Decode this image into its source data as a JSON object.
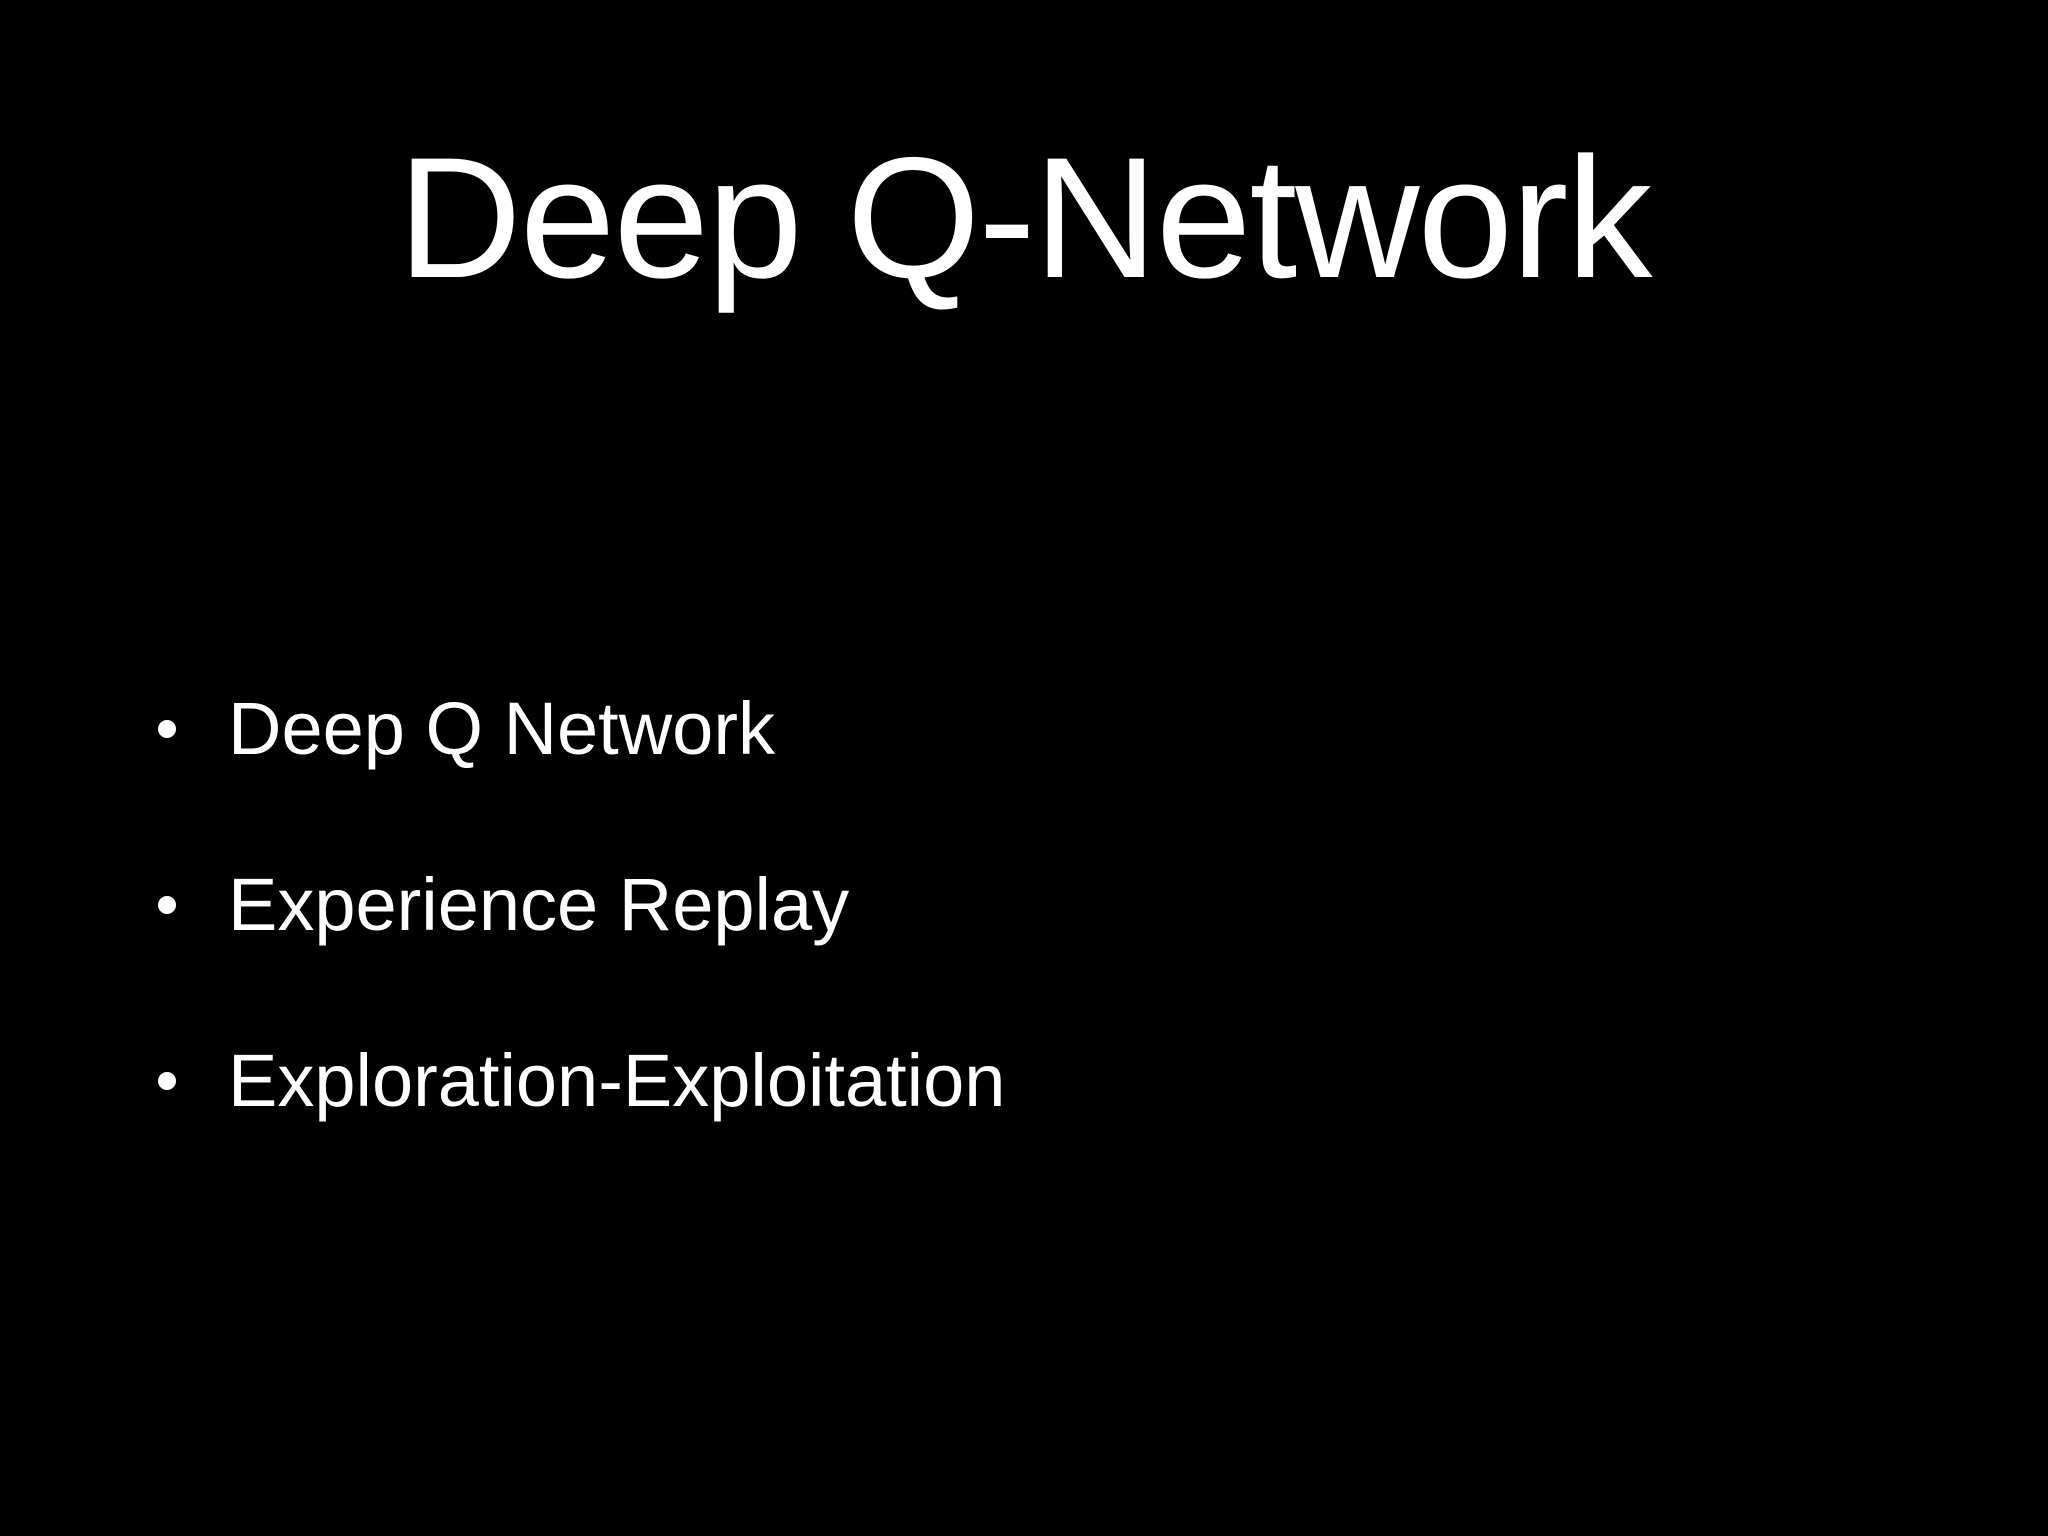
{
  "slide": {
    "title": "Deep Q-Network",
    "bullets": [
      "Deep Q Network",
      "Experience Replay",
      "Exploration-Exploitation"
    ]
  },
  "colors": {
    "background": "#000000",
    "text": "#ffffff"
  }
}
